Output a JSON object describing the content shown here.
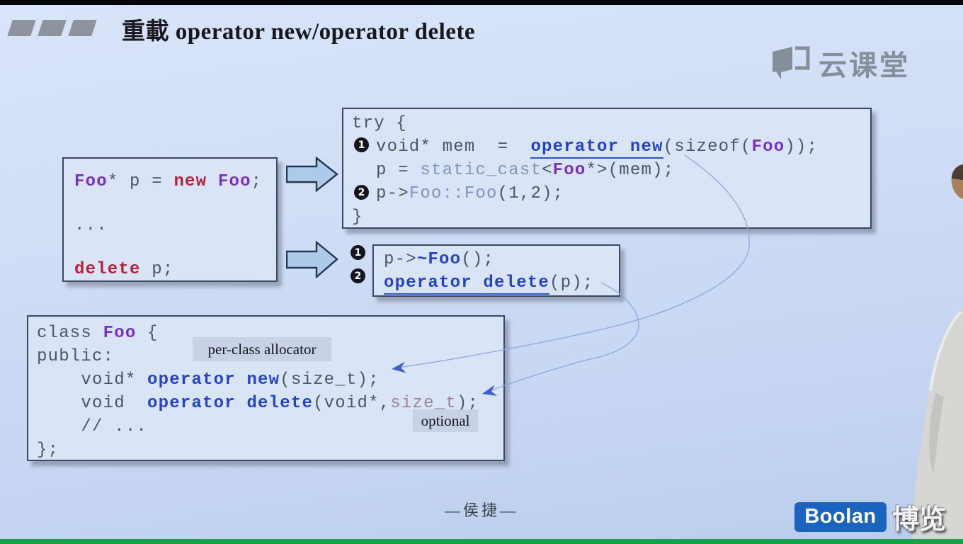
{
  "title": {
    "text": "重載 operator new/operator delete"
  },
  "watermark": {
    "text": "云课堂"
  },
  "code": {
    "usage": {
      "lines": [
        [
          {
            "t": "Foo",
            "c": "p"
          },
          {
            "t": "* p = ",
            "c": "g"
          },
          {
            "t": "new",
            "c": "r"
          },
          {
            "t": " ",
            "c": "g"
          },
          {
            "t": "Foo",
            "c": "p"
          },
          {
            "t": ";",
            "c": "g"
          }
        ],
        [
          {
            "t": "...",
            "c": "g"
          }
        ],
        [
          {
            "t": "delete",
            "c": "r"
          },
          {
            "t": " p;",
            "c": "g"
          }
        ]
      ]
    },
    "construct": {
      "lines": [
        [
          {
            "t": "try {",
            "c": "g"
          }
        ],
        [
          {
            "t": "void* mem  =  ",
            "c": "g"
          },
          {
            "t": "operator new",
            "c": "bu"
          },
          {
            "t": "(sizeof(",
            "c": "g"
          },
          {
            "t": "Foo",
            "c": "p"
          },
          {
            "t": "));",
            "c": "g"
          }
        ],
        [
          {
            "t": "p = ",
            "c": "g"
          },
          {
            "t": "static_cast",
            "c": "sc"
          },
          {
            "t": "<",
            "c": "g"
          },
          {
            "t": "Foo",
            "c": "p"
          },
          {
            "t": "*>",
            "c": "g"
          },
          {
            "t": "(mem);",
            "c": "g"
          }
        ],
        [
          {
            "t": "p->",
            "c": "g"
          },
          {
            "t": "Foo::Foo",
            "c": "sc"
          },
          {
            "t": "(1,2);",
            "c": "g"
          }
        ],
        [
          {
            "t": "}",
            "c": "g"
          }
        ]
      ]
    },
    "destroy": {
      "lines": [
        [
          {
            "t": "p->",
            "c": "g"
          },
          {
            "t": "~Foo",
            "c": "b"
          },
          {
            "t": "();",
            "c": "g"
          }
        ],
        [
          {
            "t": "operator delete",
            "c": "bu"
          },
          {
            "t": "(p);",
            "c": "g"
          }
        ]
      ]
    },
    "class_def": {
      "lines": [
        [
          {
            "t": "class ",
            "c": "g"
          },
          {
            "t": "Foo",
            "c": "p"
          },
          {
            "t": " {",
            "c": "g"
          }
        ],
        [
          {
            "t": "public:",
            "c": "g"
          }
        ],
        [
          {
            "t": "    void* ",
            "c": "g"
          },
          {
            "t": "operator new",
            "c": "b"
          },
          {
            "t": "(size_t);",
            "c": "g"
          }
        ],
        [
          {
            "t": "    void  ",
            "c": "g"
          },
          {
            "t": "operator delete",
            "c": "b"
          },
          {
            "t": "(void*,",
            "c": "g"
          },
          {
            "t": "size_t",
            "c": "m"
          },
          {
            "t": ");",
            "c": "g"
          }
        ],
        [
          {
            "t": "    // ...",
            "c": "g"
          }
        ],
        [
          {
            "t": "};",
            "c": "g"
          }
        ]
      ]
    }
  },
  "markers": {
    "construct": [
      "1",
      "2"
    ],
    "destroy": [
      "1",
      "2"
    ]
  },
  "labels": {
    "allocator": "per-class allocator",
    "optional": "optional"
  },
  "footer": {
    "author": "—侯捷—"
  },
  "brand": {
    "en": "Boolan",
    "cn": "博览"
  },
  "colors": {
    "keyword_blue": "#2443c8",
    "type_purple": "#7a2fc0",
    "keyword_red": "#b5203a",
    "code_gray": "#4e5464",
    "cast_slate": "#8093b8",
    "sizet_mauve": "#9d8495",
    "box_bg": "#d9e4f6",
    "box_border": "#3b4860",
    "block_arrow_fill": "#abcbe9",
    "curve_blue": "#8ea6db",
    "marker_bg": "#14151f",
    "label_bg": "#c5d0e4",
    "badge_blue": "#1a63be",
    "bottom_bar_green": "#17a14b",
    "top_bar_black": "#05060c",
    "watermark_gray": "#868e9a"
  }
}
